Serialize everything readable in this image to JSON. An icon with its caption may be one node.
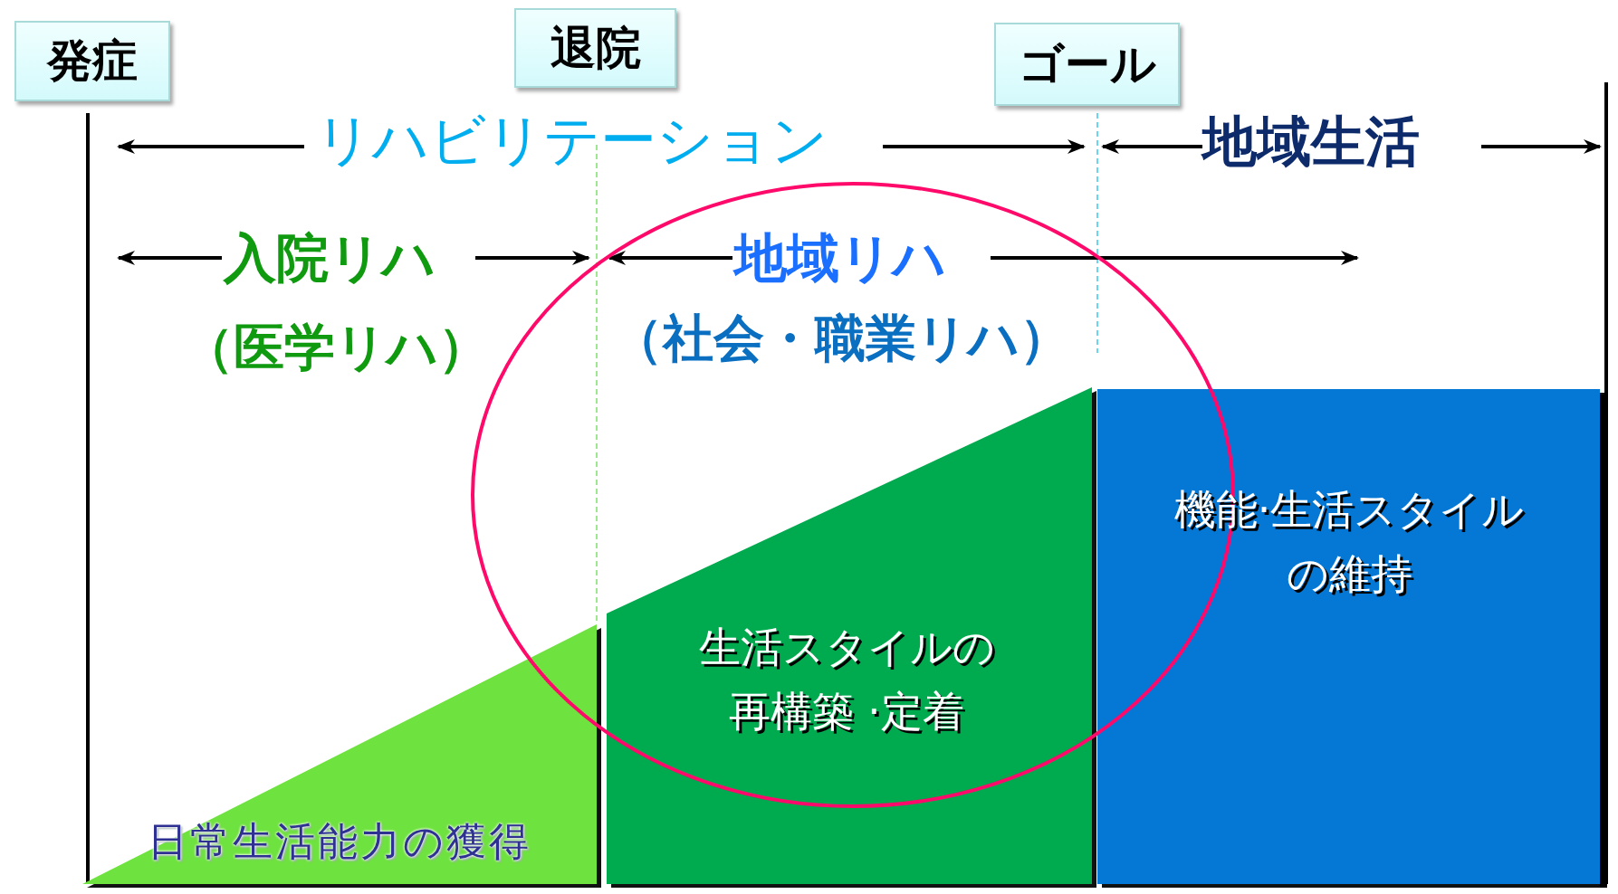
{
  "diagram": {
    "nodes": [
      {
        "text": [
          "発症"
        ]
      },
      {
        "text": [
          "退院"
        ]
      },
      {
        "text": [
          "ゴール"
        ]
      },
      {
        "text": [
          "日常生活能力の獲得"
        ]
      },
      {
        "text": [
          "生活スタイルの再構築 ·定着"
        ]
      },
      {
        "text": [
          "機能·生活スタイルの維持"
        ]
      }
    ],
    "labels": [
      "リハビリテーション",
      "地域生活",
      "入院リハ",
      "地域リハ",
      "（医学リハ）",
      "（社会・職業リハ）"
    ]
  }
}
